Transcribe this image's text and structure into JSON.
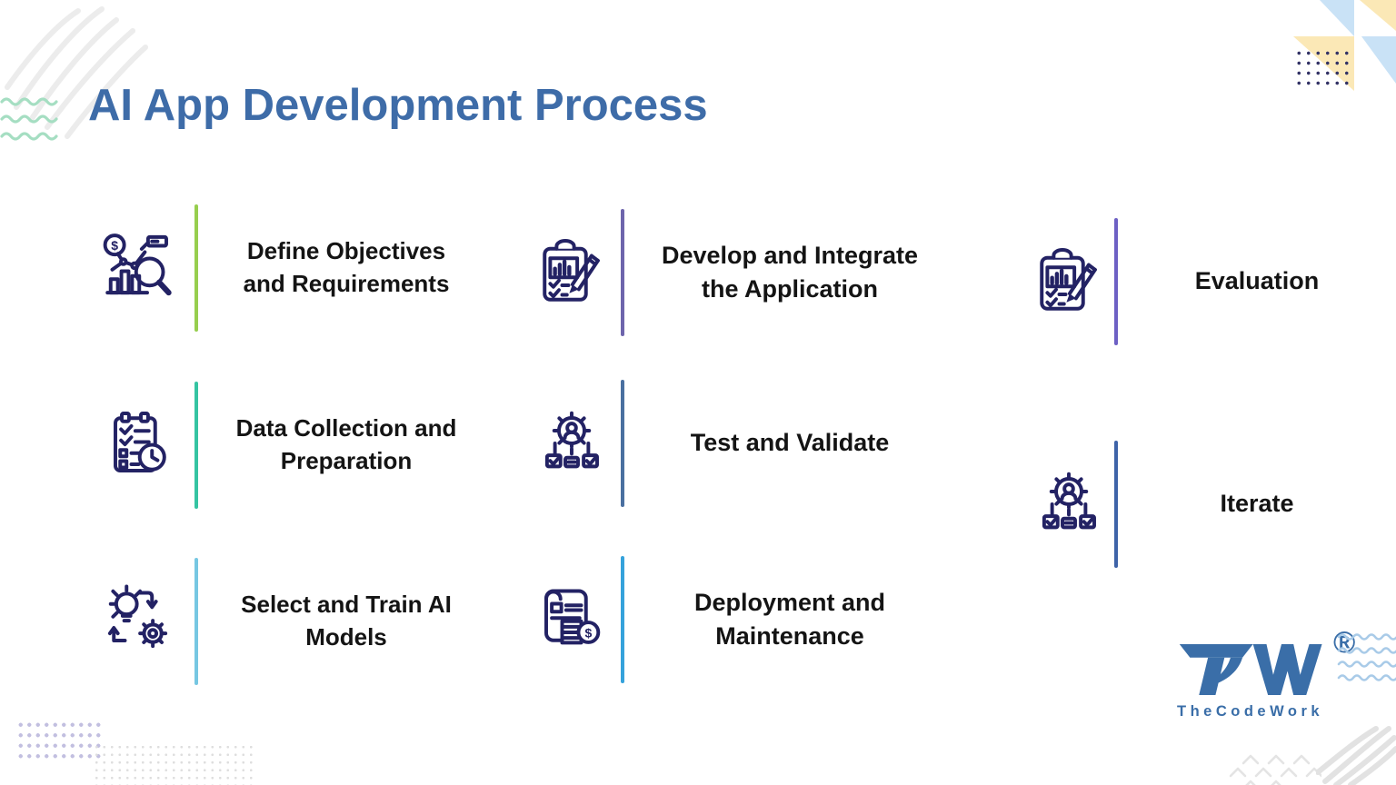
{
  "title": "AI App Development Process",
  "steps": [
    {
      "label": "Define Objectives and Requirements",
      "icon": "analytics-search",
      "divider_color": "#97CE4E"
    },
    {
      "label": "Data Collection and Preparation",
      "icon": "checklist-clock",
      "divider_color": "#35C4A2"
    },
    {
      "label": "Select and Train AI Models",
      "icon": "idea-gear",
      "divider_color": "#76C7E2"
    },
    {
      "label": "Develop and Integrate the Application",
      "icon": "clipboard-pencil",
      "divider_color": "#6E65AC"
    },
    {
      "label": "Test and Validate",
      "icon": "gear-user-checklist",
      "divider_color": "#4A70A0"
    },
    {
      "label": "Deployment and Maintenance",
      "icon": "scroll-dollar",
      "divider_color": "#35A2DB"
    },
    {
      "label": "Evaluation",
      "icon": "clipboard-pencil",
      "divider_color": "#6D60C4"
    },
    {
      "label": "Iterate",
      "icon": "gear-user-checklist",
      "divider_color": "#3E63A8"
    }
  ],
  "colors": {
    "title": "#3E6CA8",
    "icon_line": "#232264"
  },
  "logo": {
    "mark": "TW",
    "registered": "®",
    "name": "TheCodeWork",
    "color": "#3A6EA8"
  }
}
